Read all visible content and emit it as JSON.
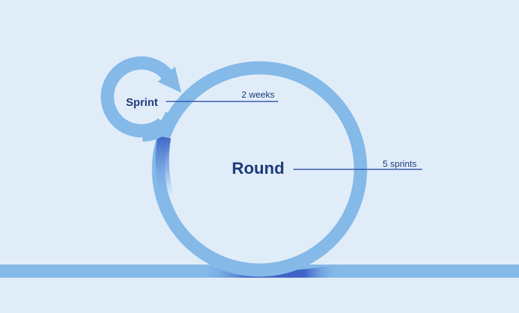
{
  "diagram": {
    "sprint_label": "Sprint",
    "sprint_duration": "2 weeks",
    "round_label": "Round",
    "round_duration": "5 sprints"
  },
  "colors": {
    "background": "#e0edf9",
    "track": "#84b9e8",
    "track_shadow": "#3f63c6",
    "text": "#1f3a7a",
    "line": "#3253a8"
  }
}
